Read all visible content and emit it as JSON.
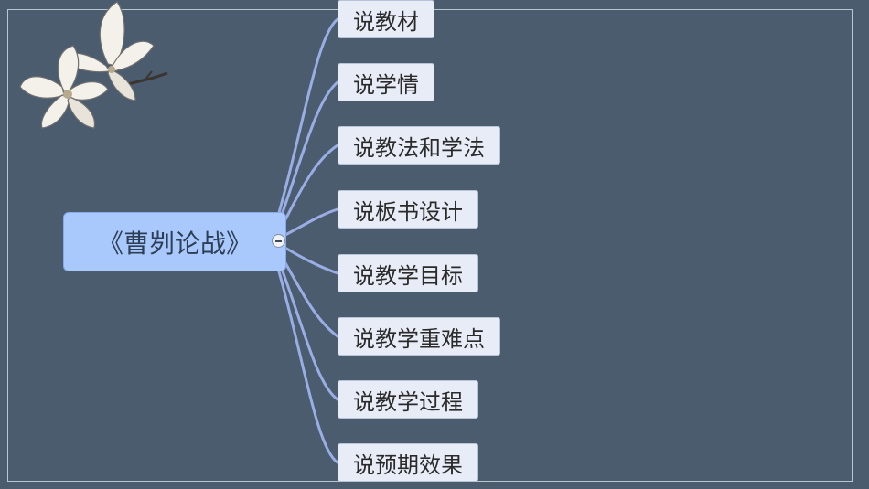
{
  "mindmap": {
    "root": {
      "label": "《曹刿论战》"
    },
    "children": [
      {
        "label": "说教材"
      },
      {
        "label": "说学情"
      },
      {
        "label": "说教法和学法"
      },
      {
        "label": "说板书设计"
      },
      {
        "label": "说教学目标"
      },
      {
        "label": "说教学重难点"
      },
      {
        "label": "说教学过程"
      },
      {
        "label": "说预期效果"
      }
    ]
  },
  "colors": {
    "background": "#4a5c6e",
    "root_fill": "#a9c8fb",
    "node_fill": "#e7ecf6",
    "connector": "#9aaee6"
  }
}
